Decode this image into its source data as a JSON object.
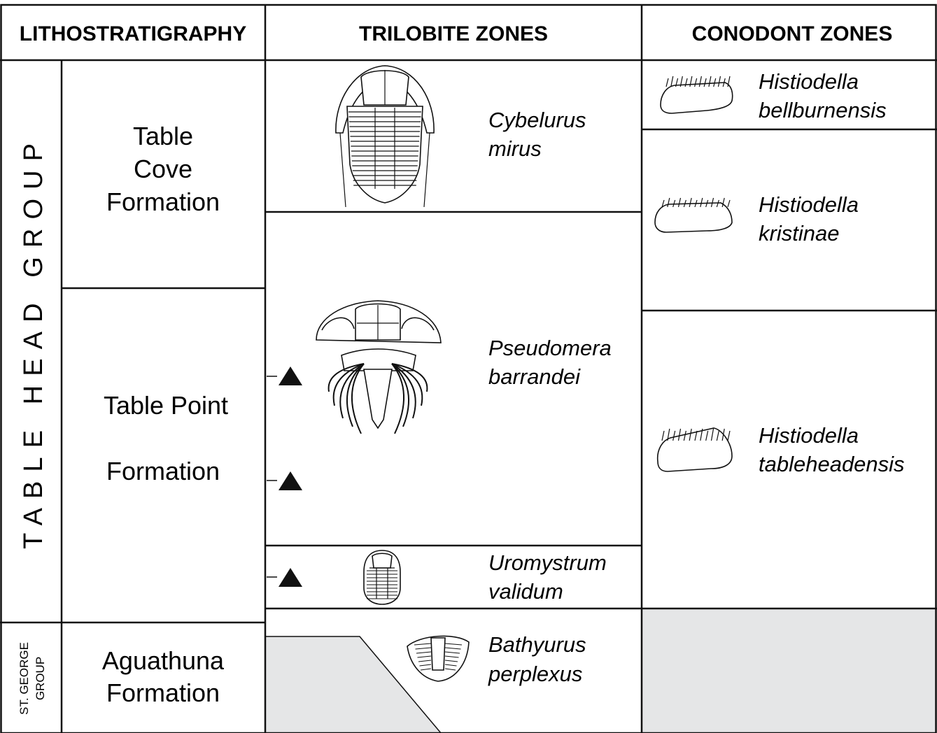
{
  "headers": {
    "lithostratigraphy": "LITHOSTRATIGRAPHY",
    "trilobite_zones": "TRILOBITE ZONES",
    "conodont_zones": "CONODONT ZONES"
  },
  "groups": {
    "table_head": "TABLE HEAD GROUP",
    "st_george_line1": "ST. GEORGE",
    "st_george_line2": "GROUP"
  },
  "formations": {
    "table_cove": [
      "Table",
      "Cove",
      "Formation"
    ],
    "table_point": [
      "Table Point",
      "Formation"
    ],
    "aguathuna": [
      "Aguathuna",
      "Formation"
    ]
  },
  "trilobite_zones": [
    {
      "genus": "Cybelurus",
      "species": "mirus",
      "icon": "cybelurus-trilobite-icon"
    },
    {
      "genus": "Pseudomera",
      "species": "barrandei",
      "icon": "pseudomera-trilobite-icon"
    },
    {
      "genus": "Uromystrum",
      "species": "validum",
      "icon": "uromystrum-trilobite-icon"
    },
    {
      "genus": "Bathyurus",
      "species": "perplexus",
      "icon": "bathyurus-trilobite-icon"
    }
  ],
  "conodont_zones": [
    {
      "genus": "Histiodella",
      "species": "bellburnensis",
      "icon": "histiodella-bellburnensis-conodont-icon"
    },
    {
      "genus": "Histiodella",
      "species": "kristinae",
      "icon": "histiodella-kristinae-conodont-icon"
    },
    {
      "genus": "Histiodella",
      "species": "tableheadensis",
      "icon": "histiodella-tableheadensis-conodont-icon"
    }
  ],
  "markers": {
    "icon": "triangle-marker-icon",
    "count": 3
  },
  "colors": {
    "hiatus_fill": "#e5e6e7",
    "line": "#111111",
    "background": "#ffffff"
  }
}
